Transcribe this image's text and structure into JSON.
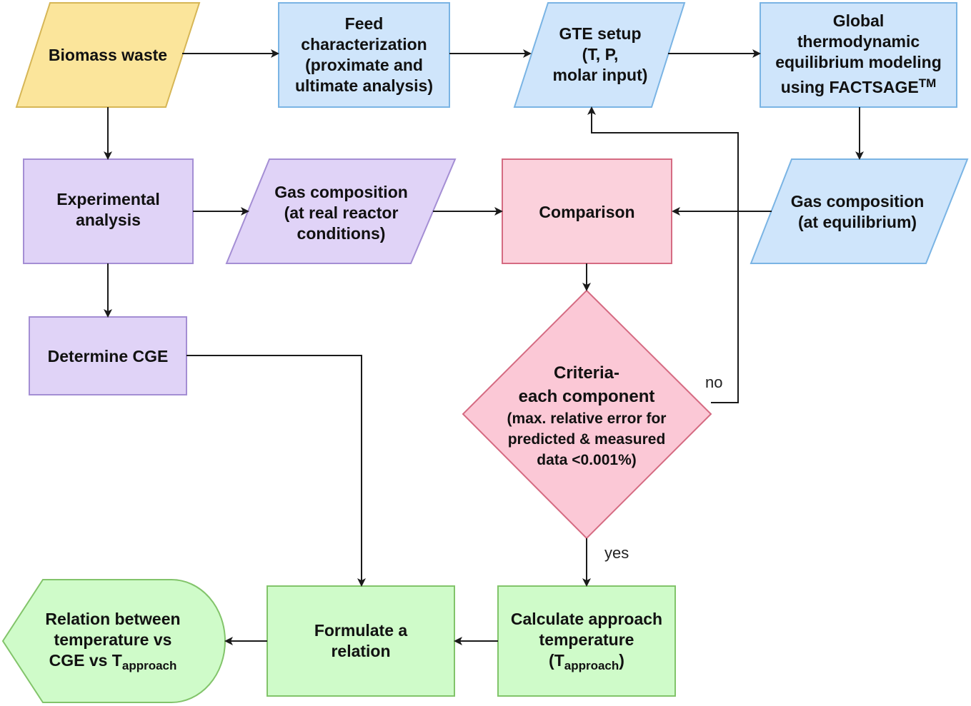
{
  "nodes": {
    "biomass_waste": {
      "text": "Biomass waste",
      "fill": "#fbe59b",
      "stroke": "#d6b656"
    },
    "feed_characterization": {
      "lines": [
        "Feed",
        "characterization",
        "(proximate and",
        "ultimate analysis)"
      ],
      "fill": "#cfe5fb",
      "stroke": "#7ab4e4"
    },
    "gte_setup": {
      "lines": [
        "GTE setup",
        "(T, P,",
        "molar input)"
      ],
      "fill": "#cfe5fb",
      "stroke": "#7ab4e4"
    },
    "global_modeling": {
      "lines": [
        "Global",
        "thermodynamic",
        "equilibrium modeling"
      ],
      "last_line": "using FACTSAGE",
      "superscript": "TM",
      "fill": "#cfe5fb",
      "stroke": "#7ab4e4"
    },
    "experimental_analysis": {
      "lines": [
        "Experimental",
        "analysis"
      ],
      "fill": "#e0d3f7",
      "stroke": "#a48ed4"
    },
    "gas_composition_real": {
      "lines": [
        "Gas composition",
        "(at real reactor",
        "conditions)"
      ],
      "fill": "#e0d3f7",
      "stroke": "#a48ed4"
    },
    "comparison": {
      "text": "Comparison",
      "fill": "#fbd1dc",
      "stroke": "#d56b82"
    },
    "gas_composition_eq": {
      "lines": [
        "Gas composition",
        "(at equilibrium)"
      ],
      "fill": "#cfe5fb",
      "stroke": "#7ab4e4"
    },
    "determine_cge": {
      "text": "Determine CGE",
      "fill": "#e0d3f7",
      "stroke": "#a48ed4"
    },
    "criteria": {
      "lines": [
        "Criteria-",
        "each component"
      ],
      "detail_lines": [
        "(max. relative error for",
        "predicted & measured",
        "data <0.001%)"
      ],
      "fill": "#fbc8d6",
      "stroke": "#d56b82"
    },
    "calculate_approach": {
      "lines": [
        "Calculate approach",
        "temperature"
      ],
      "last_prefix": "(T",
      "last_sub": "approach",
      "last_suffix": ")",
      "fill": "#cffbc9",
      "stroke": "#82c46a"
    },
    "formulate_relation": {
      "lines": [
        "Formulate a",
        "relation"
      ],
      "fill": "#cffbc9",
      "stroke": "#82c46a"
    },
    "relation_output": {
      "lines": [
        "Relation between",
        "temperature vs"
      ],
      "last_prefix": "CGE vs T",
      "last_sub": "approach",
      "fill": "#cffbc9",
      "stroke": "#82c46a"
    }
  },
  "edge_labels": {
    "no": "no",
    "yes": "yes"
  },
  "colors": {
    "arrow": "#1a1a1a"
  }
}
